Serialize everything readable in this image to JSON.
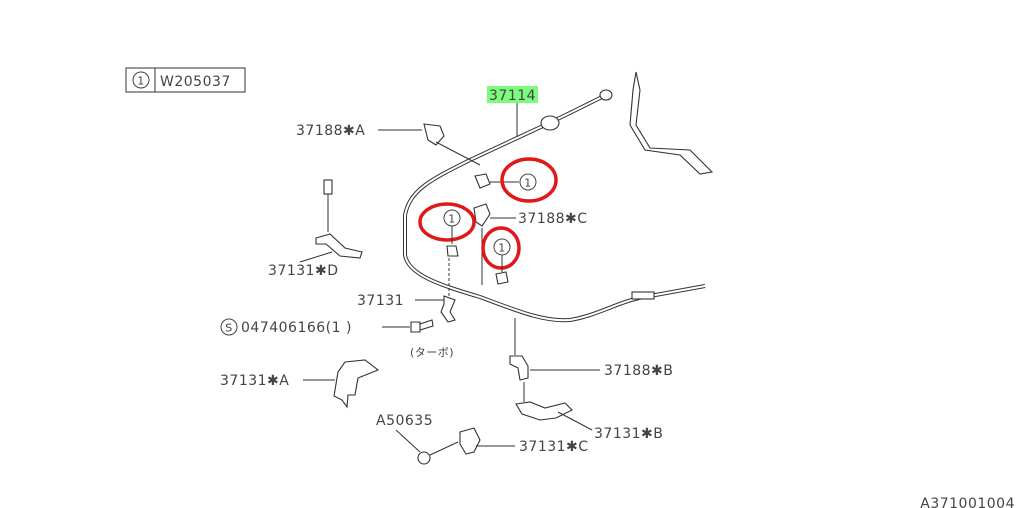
{
  "diagram": {
    "legend": {
      "symbol": "1",
      "code": "W205037"
    },
    "highlighted_part": "37114",
    "highlight_color": "#7CFC7C",
    "callout_marker": "1",
    "callout_ring_color": "#e01818",
    "labels": {
      "p37188A": "37188✱A",
      "p37188C": "37188✱C",
      "p37131D": "37131✱D",
      "p37131": "37131",
      "screw_symbol": "S",
      "screw": "047406166(1  )",
      "turbo_note": "(ターボ)",
      "p37131A": "37131✱A",
      "p37188B": "37188✱B",
      "a50635": "A50635",
      "p37131B": "37131✱B",
      "p37131C": "37131✱C"
    },
    "figure_id": "A371001004"
  }
}
